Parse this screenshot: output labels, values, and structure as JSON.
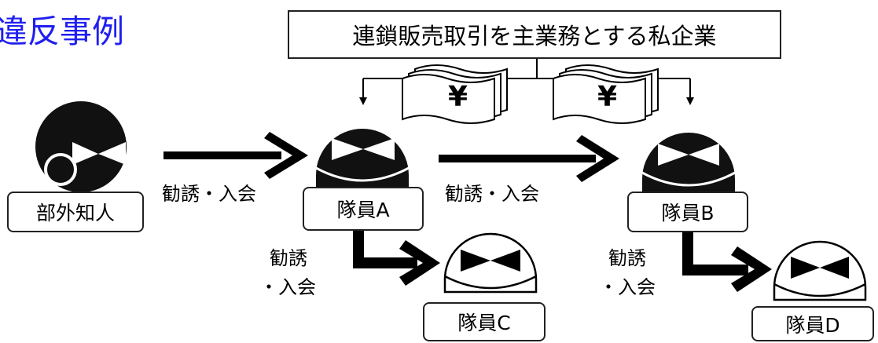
{
  "title": "違反事例",
  "company_label": "連鎖販売取引を主業務とする私企業",
  "money_symbol": "¥",
  "people": {
    "outsider": "部外知人",
    "member_a": "隊員A",
    "member_b": "隊員B",
    "member_c": "隊員C",
    "member_d": "隊員D"
  },
  "arrows": {
    "outsider_to_a": "勧誘・入会",
    "a_to_b": "勧誘・入会",
    "a_to_c_line1": "勧誘",
    "a_to_c_line2": "・入会",
    "b_to_d_line1": "勧誘",
    "b_to_d_line2": "・入会"
  },
  "colors": {
    "title": "#1f1ff0",
    "dark_figure": "#111111",
    "light_figure": "#ffffff"
  }
}
